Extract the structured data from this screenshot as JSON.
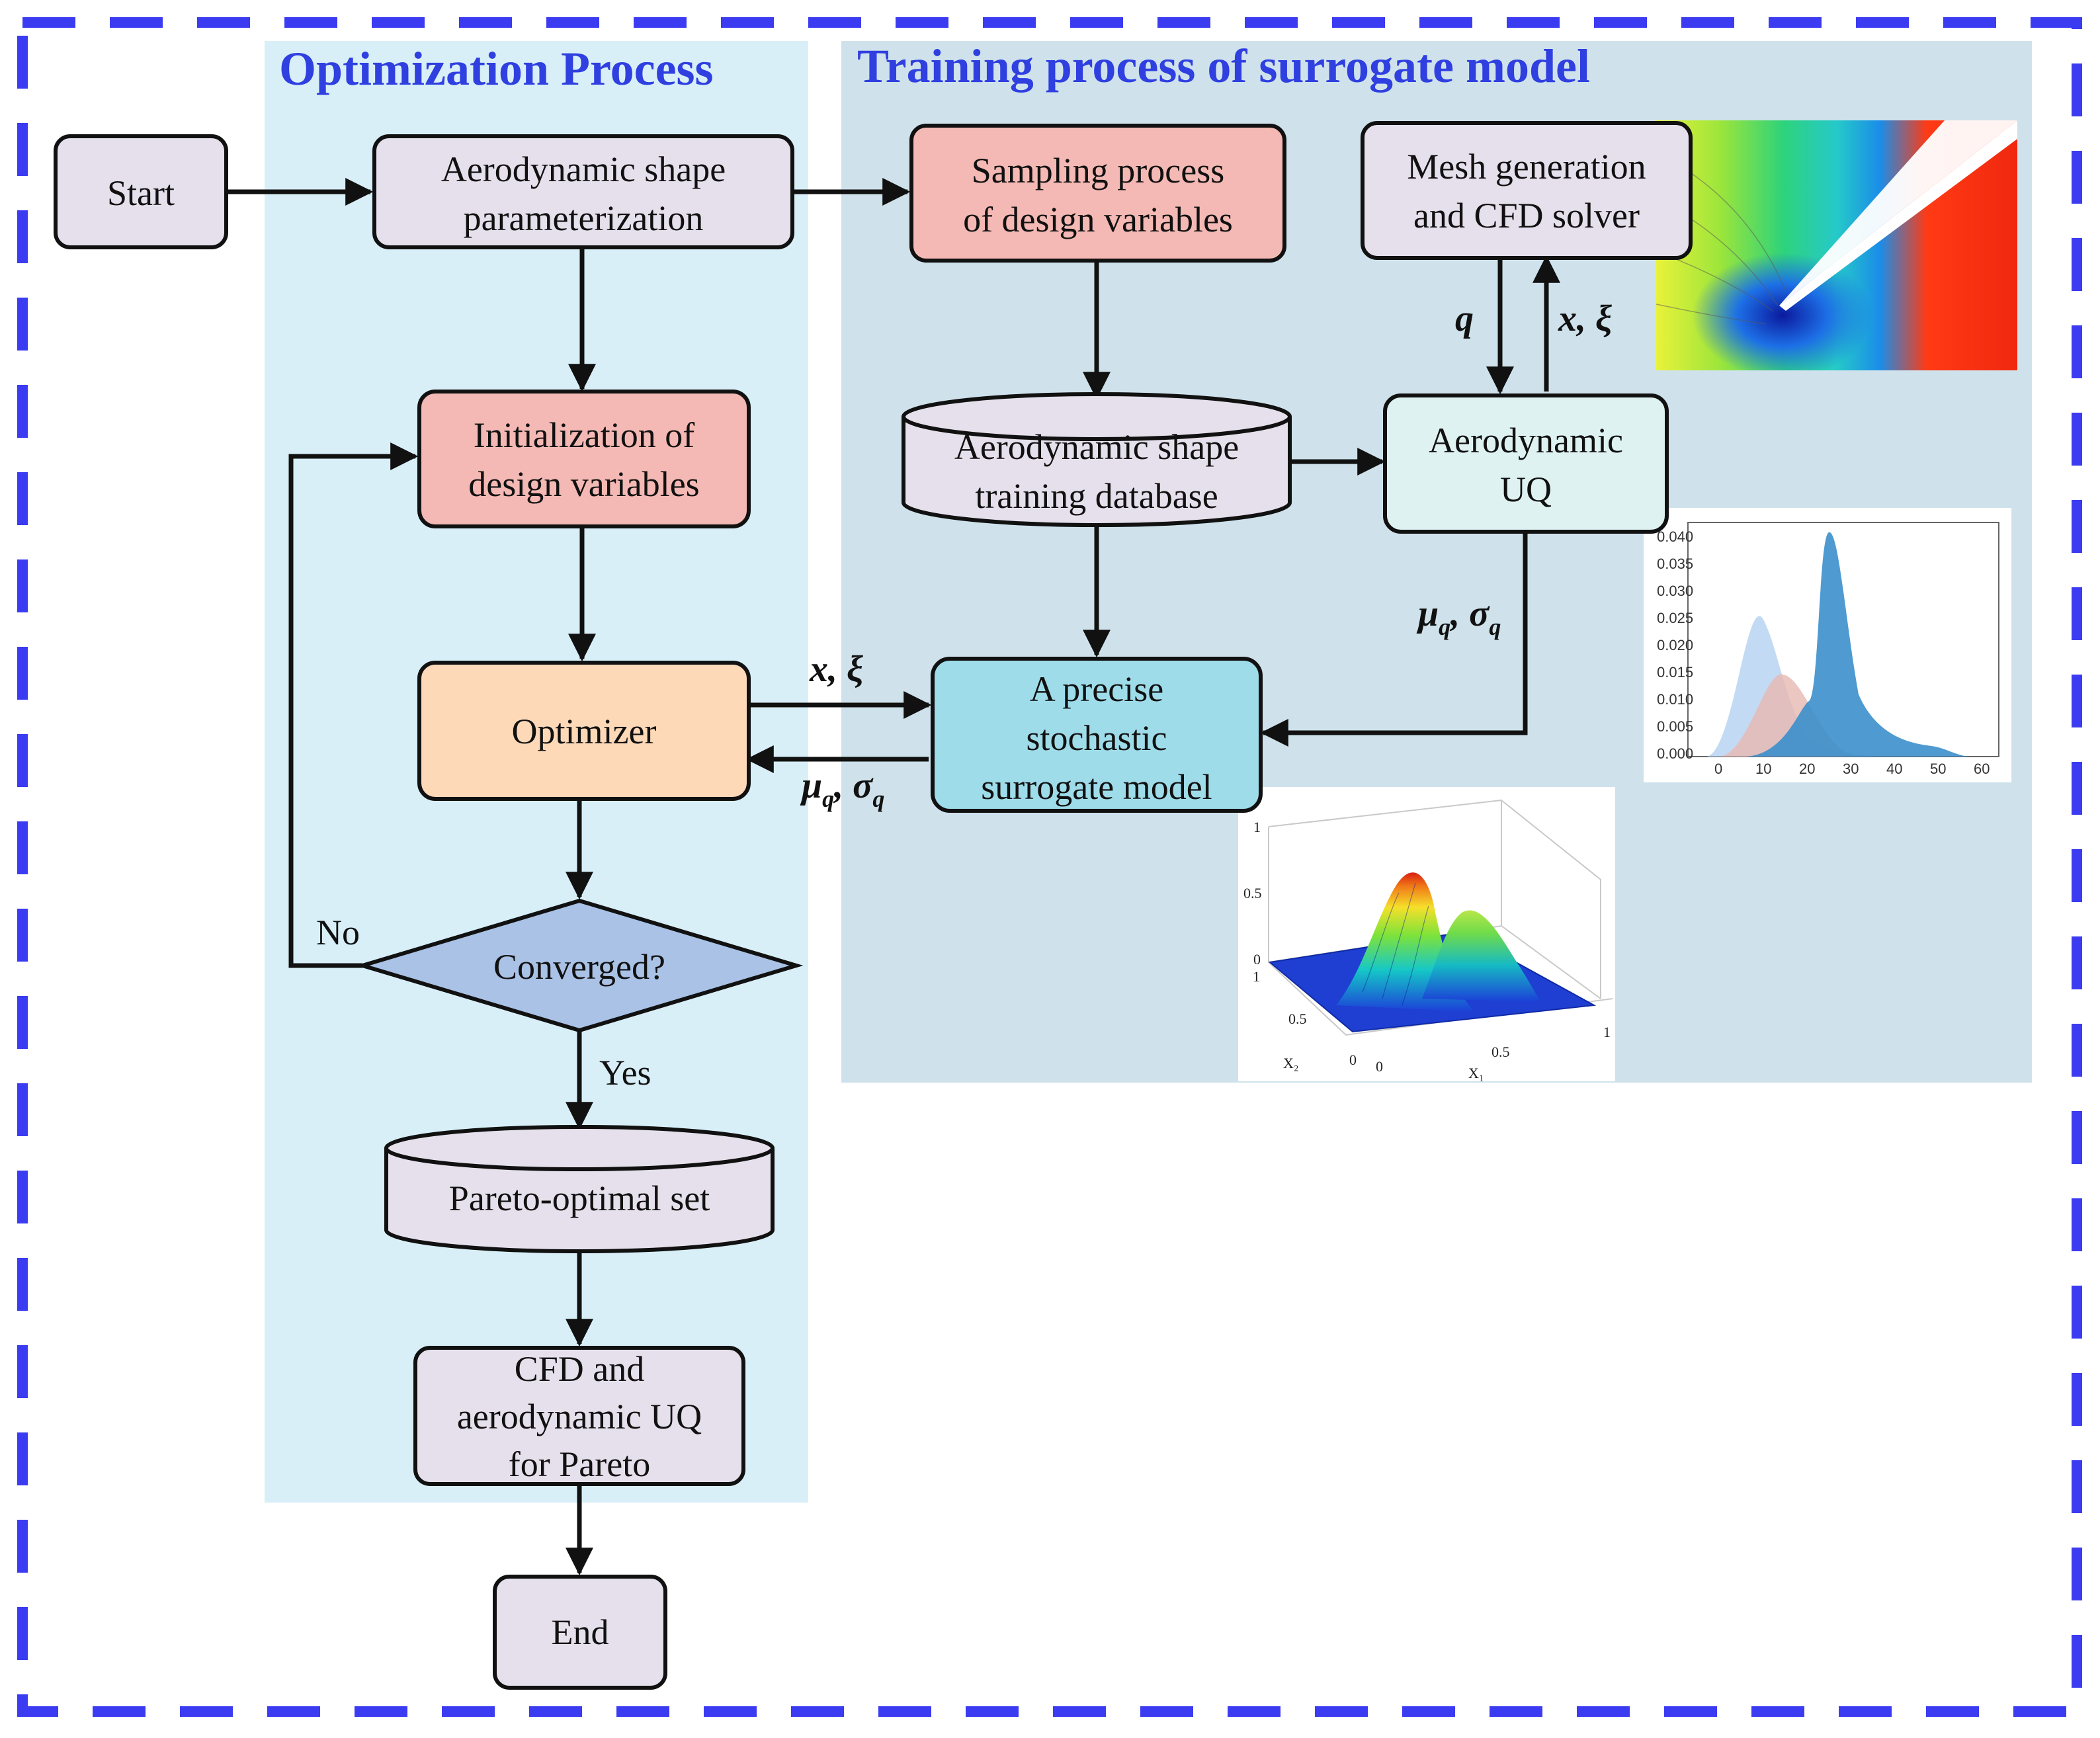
{
  "titles": {
    "optimization": "Optimization Process",
    "training": "Training process of surrogate model"
  },
  "nodes": {
    "start": "Start",
    "param": [
      "Aerodynamic shape",
      "parameterization"
    ],
    "init": [
      "Initialization of",
      "design variables"
    ],
    "optimizer": "Optimizer",
    "converged": "Converged?",
    "pareto_set": "Pareto-optimal set",
    "cfd_pareto": [
      "CFD and",
      "aerodynamic UQ",
      "for Pareto"
    ],
    "end": "End",
    "sampling": [
      "Sampling process",
      "of design variables"
    ],
    "mesh": [
      "Mesh generation",
      "and CFD solver"
    ],
    "database": [
      "Aerodynamic shape",
      "training database"
    ],
    "uq": [
      "Aerodynamic",
      "UQ"
    ],
    "surrogate": [
      "A precise",
      "stochastic",
      "surrogate model"
    ]
  },
  "edge_labels": {
    "no": "No",
    "yes": "Yes",
    "q": "q",
    "x_xi": "x, ξ",
    "mu_sigma": "μq, σq",
    "mu": "μ",
    "sigma": "σ",
    "sub_q": "q"
  },
  "colors": {
    "border_dash": "#3b3bf2",
    "optimization_panel": "#d8eff8",
    "training_panel": "#cfe2ec",
    "lavender_box": "#e6e0ec",
    "red_box": "#f4b9b4",
    "orange_box": "#fdd9b8",
    "teal_box": "#dff2f2",
    "cyan_box": "#9fdcea",
    "diamond": "#a9c2e6"
  },
  "inset_density": {
    "y_ticks": [
      "0.040",
      "0.035",
      "0.030",
      "0.025",
      "0.020",
      "0.015",
      "0.010",
      "0.005",
      "0.000"
    ],
    "x_ticks": [
      "0",
      "10",
      "20",
      "30",
      "40",
      "50",
      "60"
    ]
  },
  "inset_surface": {
    "z_ticks": [
      "1",
      "0.5",
      "0"
    ],
    "x2_ticks": [
      "1",
      "0.5",
      "0"
    ],
    "x1_ticks": [
      "0",
      "0.5",
      "1"
    ],
    "x1_label": "X₁",
    "x2_label": "X₂"
  }
}
